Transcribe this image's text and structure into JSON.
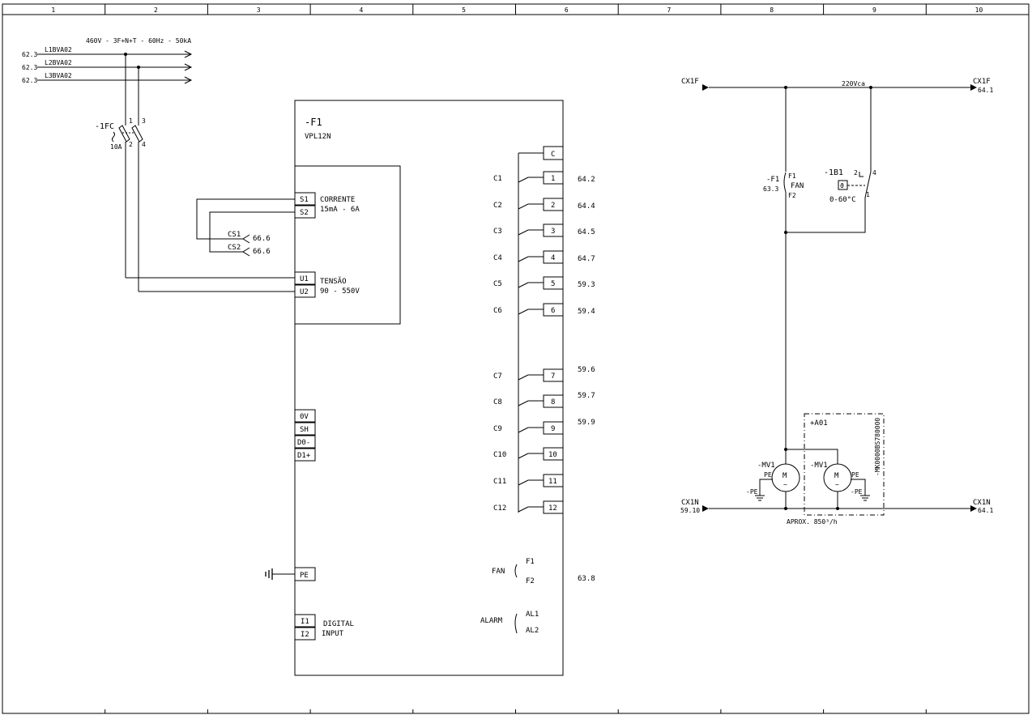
{
  "border": {
    "columns": [
      "1",
      "2",
      "3",
      "4",
      "5",
      "6",
      "7",
      "8",
      "9",
      "10"
    ]
  },
  "supply": {
    "spec": "460V - 3F+N+T - 60Hz - 50kA",
    "lines": [
      {
        "ref": "62.3",
        "name": "L1BVA02"
      },
      {
        "ref": "62.3",
        "name": "L2BVA02"
      },
      {
        "ref": "62.3",
        "name": "L3BVA02"
      }
    ],
    "fuse": {
      "tag": "-1FC",
      "rating": "10A",
      "pins": [
        "1",
        "2",
        "3",
        "4"
      ]
    }
  },
  "relay": {
    "tag": "-F1",
    "model": "VPL12N",
    "inputs": {
      "current": {
        "pins": [
          "S1",
          "S2"
        ],
        "label": "CORRENTE",
        "range": "15mA - 6A"
      },
      "voltage": {
        "pins": [
          "U1",
          "U2"
        ],
        "label": "TENSÃO",
        "range": "90 - 550V"
      },
      "cs": [
        {
          "name": "CS1",
          "ref": "66.6"
        },
        {
          "name": "CS2",
          "ref": "66.6"
        }
      ]
    },
    "comm_pins": [
      "0V",
      "SH",
      "D0-",
      "D1+"
    ],
    "pe": "PE",
    "digital": {
      "pins": [
        "I1",
        "I2"
      ],
      "label1": "DIGITAL",
      "label2": "INPUT"
    },
    "common": "C",
    "outputs": [
      {
        "label": "C1",
        "pin": "1",
        "ref": "64.2"
      },
      {
        "label": "C2",
        "pin": "2",
        "ref": "64.4"
      },
      {
        "label": "C3",
        "pin": "3",
        "ref": "64.5"
      },
      {
        "label": "C4",
        "pin": "4",
        "ref": "64.7"
      },
      {
        "label": "C5",
        "pin": "5",
        "ref": "59.3"
      },
      {
        "label": "C6",
        "pin": "6",
        "ref": "59.4"
      },
      {
        "label": "C7",
        "pin": "7",
        "ref": "59.6"
      },
      {
        "label": "C8",
        "pin": "8",
        "ref": "59.7"
      },
      {
        "label": "C9",
        "pin": "9",
        "ref": "59.9"
      },
      {
        "label": "C10",
        "pin": "10",
        "ref": ""
      },
      {
        "label": "C11",
        "pin": "11",
        "ref": ""
      },
      {
        "label": "C12",
        "pin": "12",
        "ref": ""
      }
    ],
    "fan": {
      "label": "FAN",
      "p1": "F1",
      "p2": "F2",
      "ref": "63.8"
    },
    "alarm": {
      "label": "ALARM",
      "p1": "AL1",
      "p2": "AL2"
    }
  },
  "fan_circuit": {
    "top_left": "CX1F",
    "top_right": "CX1F",
    "top_right_ref": "64.1",
    "voltage": "220Vca",
    "bottom_left": "CX1N",
    "bottom_left_ref": "59.10",
    "bottom_right": "CX1N",
    "bottom_right_ref": "64.1",
    "fan_contact": {
      "tag": "-F1",
      "ref": "63.3",
      "p1": "F1",
      "p2": "F2",
      "label": "FAN"
    },
    "thermostat": {
      "tag": "-1B1",
      "range": "0-60°C",
      "pin2": "2",
      "pin4": "4",
      "pin1": "1"
    },
    "assembly": {
      "tag": "+A01",
      "code": "-MK0000BS780000"
    },
    "motors": [
      {
        "tag": "-MV1",
        "pe": "PE",
        "gnd": "-PE",
        "m": "M",
        "wave": "~"
      },
      {
        "tag": "-MV1",
        "pe": "PE",
        "gnd": "-PE",
        "m": "M",
        "wave": "~"
      }
    ],
    "airflow": "APROX. 850³/h"
  }
}
